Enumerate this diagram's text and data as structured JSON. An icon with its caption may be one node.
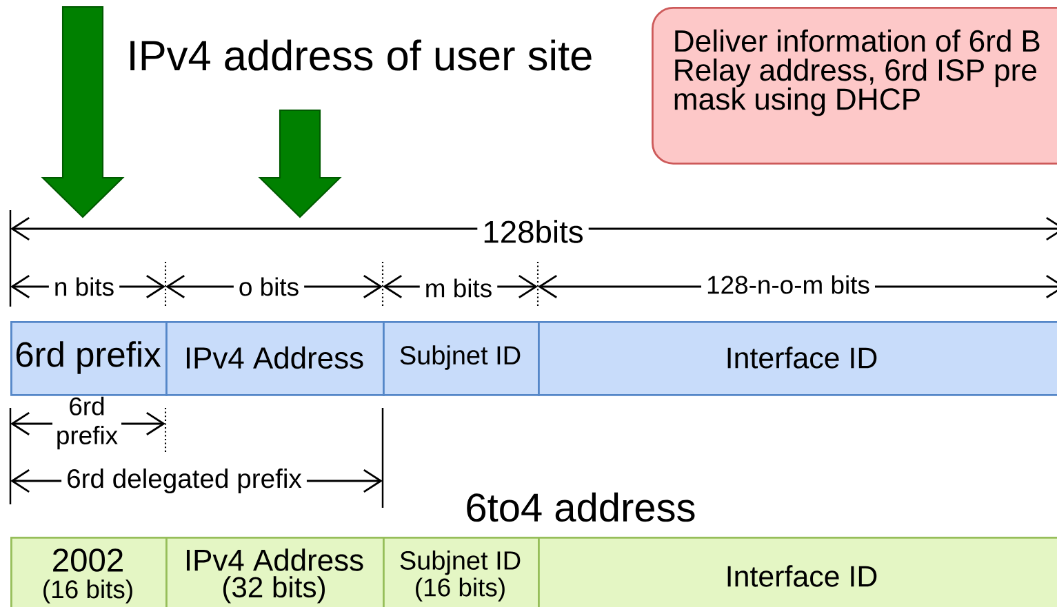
{
  "diagram": {
    "nodes": [
      {
        "text": [
          "Deliver information of 6rd B Relay address, 6rd ISP pre mask using DHCP"
        ]
      },
      {
        "text": [
          "6rd prefix"
        ]
      },
      {
        "text": [
          "IPv4 Address"
        ]
      },
      {
        "text": [
          "Subjnet ID"
        ]
      },
      {
        "text": [
          "Interface ID"
        ]
      },
      {
        "text": [
          "2002",
          "(16 bits)"
        ]
      },
      {
        "text": [
          "IPv4 Address",
          "(32 bits)"
        ]
      },
      {
        "text": [
          "Subjnet ID",
          "(16 bits)"
        ]
      },
      {
        "text": [
          "Interface ID"
        ]
      }
    ],
    "labels": [
      "IPv4 address of user site",
      "128bits",
      "n bits",
      "o bits",
      "m bits",
      "128-n-o-m bits",
      "6rd prefix",
      "6rd delegated prefix",
      "6to4 address"
    ]
  }
}
